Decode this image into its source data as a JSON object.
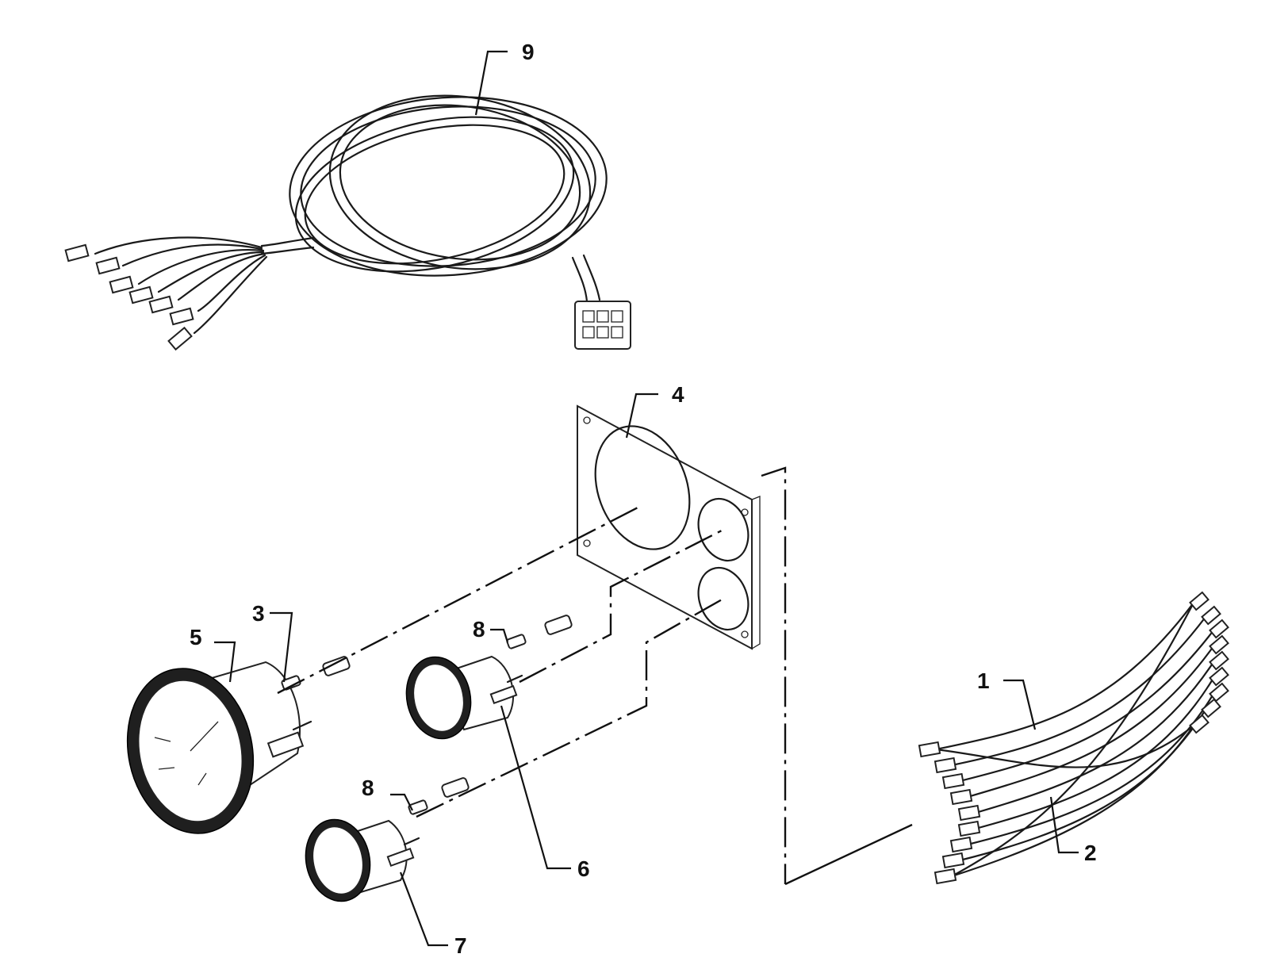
{
  "callouts": [
    {
      "id": "1",
      "text": "1"
    },
    {
      "id": "2",
      "text": "2"
    },
    {
      "id": "3",
      "text": "3"
    },
    {
      "id": "4",
      "text": "4"
    },
    {
      "id": "5",
      "text": "5"
    },
    {
      "id": "6",
      "text": "6"
    },
    {
      "id": "7",
      "text": "7"
    },
    {
      "id": "8a",
      "text": "8"
    },
    {
      "id": "8b",
      "text": "8"
    },
    {
      "id": "9",
      "text": "9"
    }
  ],
  "colors": {
    "ink": "#1a1a1a",
    "background": "#ffffff",
    "bezel": "#1f1f1f"
  }
}
